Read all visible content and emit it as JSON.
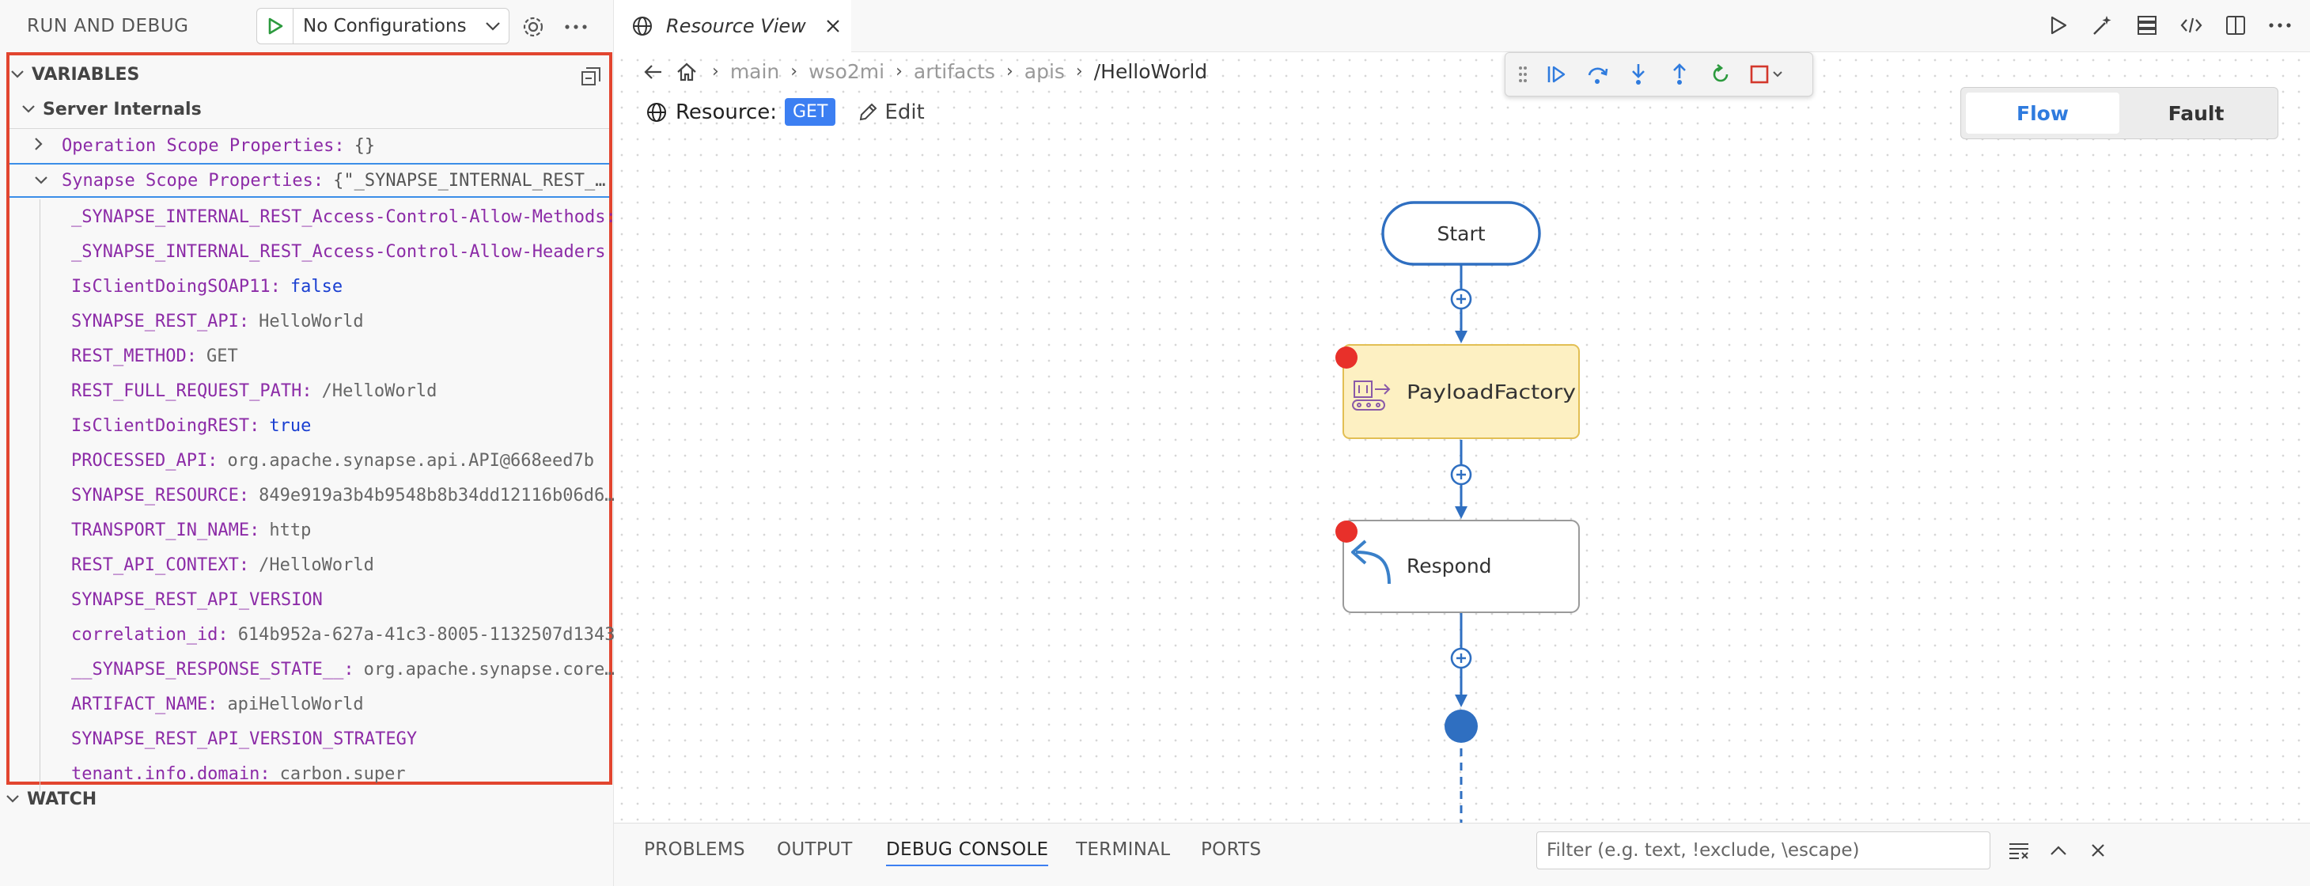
{
  "sidebar": {
    "title": "RUN AND DEBUG",
    "config": "No Configurations",
    "variables_title": "VARIABLES",
    "server_internals": "Server Internals",
    "operation_scope": {
      "name": "Operation Scope Properties:",
      "value": "{}"
    },
    "synapse_scope": {
      "name": "Synapse Scope Properties:",
      "value": "{\"_SYNAPSE_INTERNAL_REST_…"
    },
    "variables": [
      {
        "key": "_SYNAPSE_INTERNAL_REST_Access-Control-Allow-Methods:",
        "value": ""
      },
      {
        "key": "_SYNAPSE_INTERNAL_REST_Access-Control-Allow-Headers",
        "value": ""
      },
      {
        "key": "IsClientDoingSOAP11:",
        "value": "false",
        "bool": true
      },
      {
        "key": "SYNAPSE_REST_API:",
        "value": "HelloWorld"
      },
      {
        "key": "REST_METHOD:",
        "value": "GET"
      },
      {
        "key": "REST_FULL_REQUEST_PATH:",
        "value": "/HelloWorld"
      },
      {
        "key": "IsClientDoingREST:",
        "value": "true",
        "bool": true
      },
      {
        "key": "PROCESSED_API:",
        "value": "org.apache.synapse.api.API@668eed7b"
      },
      {
        "key": "SYNAPSE_RESOURCE:",
        "value": "849e919a3b4b9548b8b34dd12116b06d6…"
      },
      {
        "key": "TRANSPORT_IN_NAME:",
        "value": "http"
      },
      {
        "key": "REST_API_CONTEXT:",
        "value": "/HelloWorld"
      },
      {
        "key": "SYNAPSE_REST_API_VERSION",
        "value": ""
      },
      {
        "key": "correlation_id:",
        "value": "614b952a-627a-41c3-8005-1132507d1343"
      },
      {
        "key": "__SYNAPSE_RESPONSE_STATE__:",
        "value": "org.apache.synapse.core…"
      },
      {
        "key": "ARTIFACT_NAME:",
        "value": "apiHelloWorld"
      },
      {
        "key": "SYNAPSE_REST_API_VERSION_STRATEGY",
        "value": ""
      },
      {
        "key": "tenant.info.domain:",
        "value": "carbon.super"
      }
    ],
    "watch_title": "WATCH"
  },
  "tab": {
    "title": "Resource View"
  },
  "breadcrumb": [
    "main",
    "wso2mi",
    "artifacts",
    "apis",
    "/HelloWorld"
  ],
  "resource": {
    "label": "Resource:",
    "method": "GET",
    "edit": "Edit"
  },
  "toggle": {
    "flow": "Flow",
    "fault": "Fault"
  },
  "flow": {
    "start": "Start",
    "payload": "PayloadFactory",
    "respond": "Respond"
  },
  "panel": {
    "tabs": [
      "PROBLEMS",
      "OUTPUT",
      "DEBUG CONSOLE",
      "TERMINAL",
      "PORTS"
    ],
    "active_tab": "DEBUG CONSOLE",
    "filter_placeholder": "Filter (e.g. text, !exclude, \\escape)"
  },
  "colors": {
    "accent": "#3c7ff2",
    "breakpoint": "#e8302a",
    "flow_line": "#2f6fc1",
    "highlight_node": "#fdf0c2",
    "variable_key": "#8c2ba7"
  }
}
